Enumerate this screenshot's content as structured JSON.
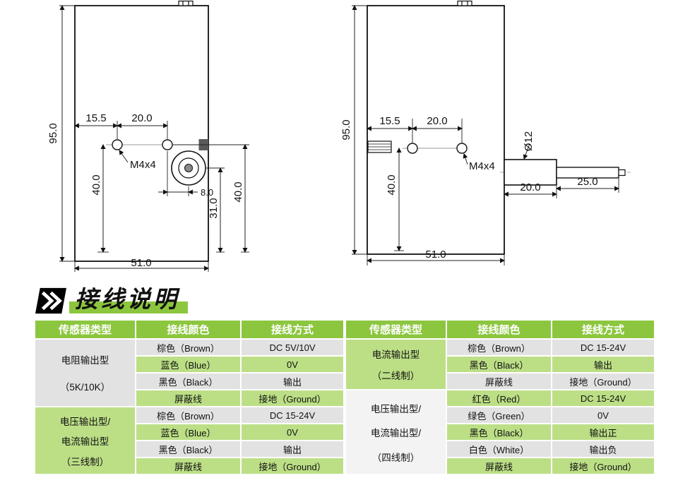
{
  "section_header": {
    "title": "接线说明"
  },
  "colors": {
    "header_green": "#8CC63F",
    "row_green": "#BCDF86",
    "row_gray": "#E2E2E2",
    "type_pale": "#F3F3F3",
    "line_color": "#111111"
  },
  "drawings": {
    "left": {
      "height": "95.0",
      "offset_left": "15.5",
      "hole_pitch": "20.0",
      "dim_40_inner": "40.0",
      "thread": "M4x4",
      "dim_8": "8.0",
      "dim_31": "31.0",
      "dim_40_outer": "40.0",
      "width": "51.0"
    },
    "right": {
      "height": "95.0",
      "offset_left": "15.5",
      "hole_pitch": "20.0",
      "dim_40": "40.0",
      "thread": "M4x4",
      "shaft_diameter": "Ø12",
      "flange_length": "20.0",
      "shaft_length": "25.0",
      "width": "51.0"
    }
  },
  "tables": [
    {
      "headers": [
        "传感器类型",
        "接线颜色",
        "接线方式"
      ],
      "groups": [
        {
          "type_lines": [
            "电阻输出型",
            "（5K/10K）",
            ""
          ],
          "rows": [
            [
              "棕色（Brown）",
              "DC 5V/10V"
            ],
            [
              "蓝色（Blue）",
              "0V"
            ],
            [
              "黑色（Black）",
              "输出"
            ],
            [
              "屏蔽线",
              "接地（Ground）"
            ]
          ]
        },
        {
          "type_lines": [
            "电压输出型/",
            "电流输出型",
            "（三线制）"
          ],
          "rows": [
            [
              "棕色（Brown）",
              "DC 15-24V"
            ],
            [
              "蓝色（Blue）",
              "0V"
            ],
            [
              "黑色（Black）",
              "输出"
            ],
            [
              "屏蔽线",
              "接地（Ground）"
            ]
          ]
        }
      ]
    },
    {
      "headers": [
        "传感器类型",
        "接线颜色",
        "接线方式"
      ],
      "groups": [
        {
          "type_lines": [
            "电流输出型",
            "（二线制）",
            ""
          ],
          "rows": [
            [
              "棕色（Brown）",
              "DC 15-24V"
            ],
            [
              "黑色（Black）",
              "输出"
            ],
            [
              "屏蔽线",
              "接地（Ground）"
            ]
          ]
        },
        {
          "type_lines": [
            "电压输出型/",
            "电流输出型/",
            "（四线制）"
          ],
          "rows": [
            [
              "红色（Red）",
              "DC 15-24V"
            ],
            [
              "绿色（Green）",
              "0V"
            ],
            [
              "黑色（Black）",
              "输出正"
            ],
            [
              "白色（White）",
              "输出负"
            ],
            [
              "屏蔽线",
              "接地（Ground）"
            ]
          ]
        }
      ]
    }
  ]
}
